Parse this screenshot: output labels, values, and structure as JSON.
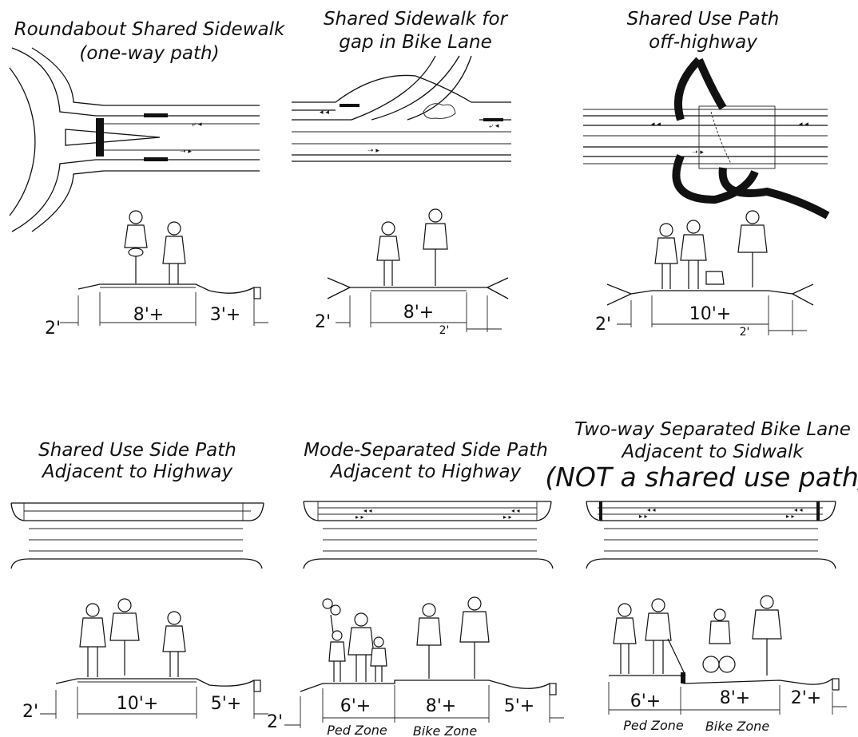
{
  "panels": [
    {
      "title_lines": [
        "Roundabout Shared Sidewalk",
        "(one-way path)"
      ],
      "dims": [
        "2'",
        "8'+",
        "3'+"
      ]
    },
    {
      "title_lines": [
        "Shared Sidewalk for",
        "gap in Bike Lane"
      ],
      "dims": [
        "2'",
        "8'+",
        "2'"
      ]
    },
    {
      "title_lines": [
        "Shared Use Path",
        "off-highway"
      ],
      "dims": [
        "2'",
        "10'+",
        "2'"
      ]
    },
    {
      "title_lines": [
        "Shared Use Side Path",
        "Adjacent to Highway"
      ],
      "dims": [
        "2'",
        "10'+",
        "5'+"
      ]
    },
    {
      "title_lines": [
        "Mode-Separated Side Path",
        "Adjacent to Highway"
      ],
      "dims": [
        "2'",
        "6'+",
        "8'+",
        "5'+"
      ],
      "zones": [
        "Ped Zone",
        "Bike Zone"
      ]
    },
    {
      "title_lines": [
        "Two-way Separated Bike Lane",
        "Adjacent to Sidwalk",
        "(NOT a shared use path)"
      ],
      "dims": [
        "6'+",
        "8'+",
        "2'+"
      ],
      "zones": [
        "Ped Zone",
        "Bike Zone"
      ]
    }
  ]
}
